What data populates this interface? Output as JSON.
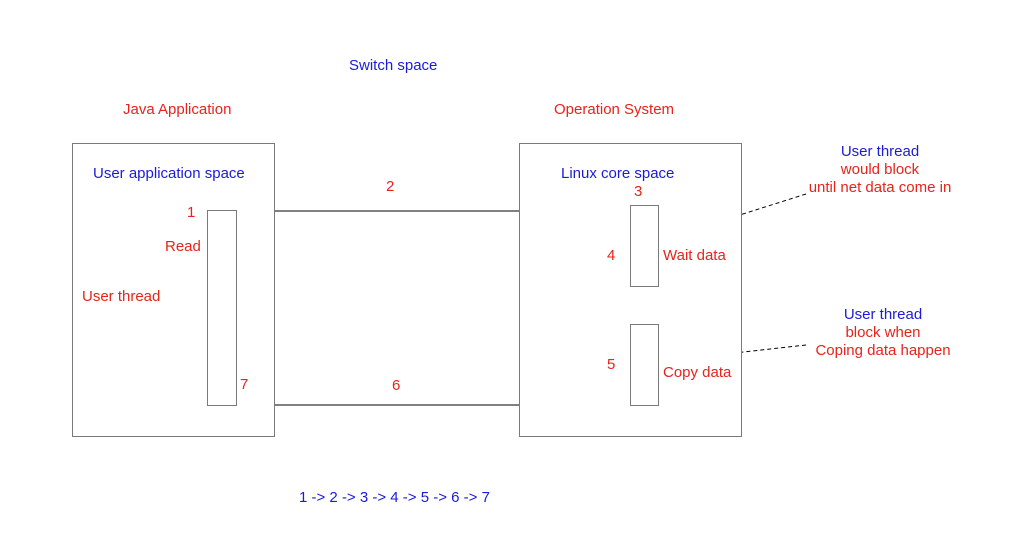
{
  "title": "Switch space",
  "left_region": {
    "heading": "Java Application",
    "space_label": "User application space",
    "step_label": "1",
    "read_label": "Read",
    "thread_label": "User thread",
    "return_step": "7"
  },
  "right_region": {
    "heading": "Operation System",
    "space_label": "Linux core space",
    "step_3": "3",
    "step_4": "4",
    "wait_label": "Wait data",
    "step_5": "5",
    "copy_label": "Copy data"
  },
  "arrows": {
    "call_step": "2",
    "return_step": "6"
  },
  "notes": {
    "block_wait": {
      "line1": "User thread",
      "line2": "would block",
      "line3": "until net data come in"
    },
    "block_copy": {
      "line1": "User thread",
      "line2": "block when",
      "line3": "Coping data happen"
    }
  },
  "sequence": "1 -> 2 -> 3 -> 4 -> 5 -> 6 -> 7",
  "colors": {
    "red": "#e8231b",
    "blue": "#1b1bd9",
    "box_border": "#7a7a7a"
  }
}
